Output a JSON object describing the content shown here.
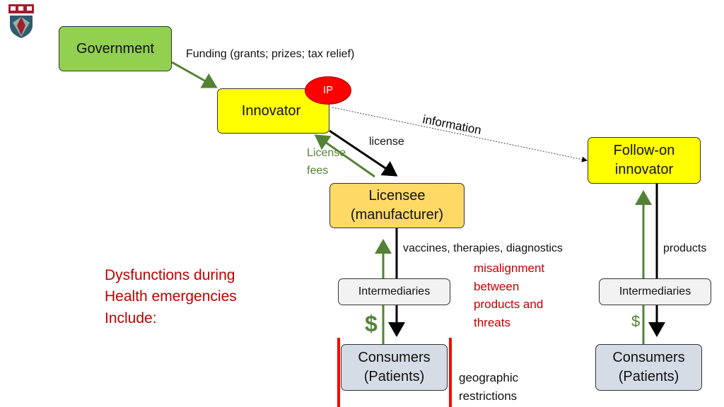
{
  "nodes": {
    "government": "Government",
    "innovator": "Innovator",
    "ip_badge": "IP",
    "follow_on_line1": "Follow-on",
    "follow_on_line2": "innovator",
    "licensee_line1": "Licensee",
    "licensee_line2": "(manufacturer)",
    "intermediaries_left": "Intermediaries",
    "intermediaries_right": "Intermediaries",
    "consumers_left_line1": "Consumers",
    "consumers_left_line2": "(Patients)",
    "consumers_right_line1": "Consumers",
    "consumers_right_line2": "(Patients)"
  },
  "edge_labels": {
    "funding": "Funding (grants; prizes; tax relief)",
    "information": "information",
    "license": "license",
    "license_fees_line1": "License",
    "license_fees_line2": "fees",
    "vaccines": "vaccines, therapies, diagnostics",
    "products": "products",
    "dollar_left": "$",
    "dollar_right": "$"
  },
  "dysfunctions": {
    "heading_line1": "Dysfunctions during",
    "heading_line2": "Health emergencies",
    "heading_line3": "Include:",
    "misalignment_line1": "misalignment",
    "misalignment_line2": "between",
    "misalignment_line3": "products and",
    "misalignment_line4": "threats",
    "geographic_line1": "geographic",
    "geographic_line2": "restrictions"
  },
  "logo": {
    "icon": "shield-crest-icon"
  },
  "colors": {
    "government_fill": "#92d050",
    "innovator_fill": "#ffff00",
    "licensee_fill": "#ffd966",
    "gray_fill": "#f2f2f2",
    "consumer_fill": "#d6dce5",
    "ip_fill": "#ff0000",
    "green_arrow": "#548235",
    "red_text": "#c00000",
    "red_line": "#ff0000"
  }
}
